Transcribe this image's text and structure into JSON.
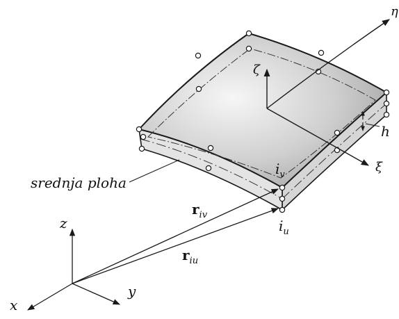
{
  "labels": {
    "eta": "η",
    "zeta": "ζ",
    "xi": "ξ",
    "h": "h",
    "midsurface": "srednja ploha",
    "iv_base": "i",
    "iv_sub": "v",
    "iu_base": "i",
    "iu_sub": "u",
    "riv_base": "r",
    "riv_sub": "iv",
    "riu_base": "r",
    "riu_sub": "iu",
    "axis_x": "x",
    "axis_y": "y",
    "axis_z": "z"
  },
  "colors": {
    "stroke": "#1a1a1a",
    "top_face_light": "#f4f4f4",
    "top_face_dark": "#a9a9a9",
    "side_face": "#d9d9d9",
    "front_face": "#e6e6e6"
  }
}
